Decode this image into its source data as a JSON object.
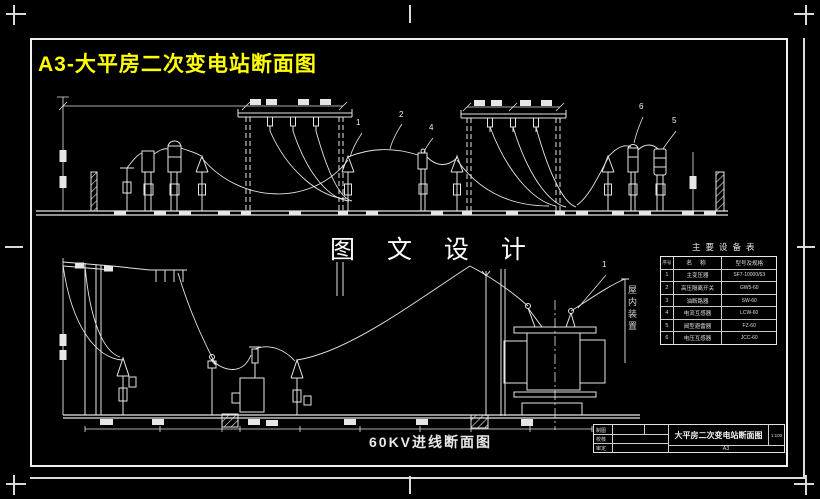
{
  "page": {
    "title": "A3-大平房二次变电站断面图",
    "watermark": "图 文 设 计",
    "lower_caption": "60KV进线断面图",
    "indoor_note": "屋内装置",
    "colors": {
      "background": "#000000",
      "line": "#e8e8e8",
      "title": "#ffff00"
    }
  },
  "callouts": {
    "u1": "1",
    "u2": "2",
    "u4": "4",
    "u6": "6",
    "u5": "5",
    "l1": "1"
  },
  "equipment_table": {
    "title": "主要设备表",
    "headers": {
      "no": "序号",
      "name": "名 称",
      "spec": "型号及规格"
    },
    "rows": [
      {
        "no": "1",
        "name": "主变压器",
        "spec": "SF7-10000/63"
      },
      {
        "no": "2",
        "name": "高压隔离开关",
        "spec": "GW5-60"
      },
      {
        "no": "3",
        "name": "油断路器",
        "spec": "SW-60"
      },
      {
        "no": "4",
        "name": "电流互感器",
        "spec": "LCW-60"
      },
      {
        "no": "5",
        "name": "阀型避雷器",
        "spec": "FZ-60"
      },
      {
        "no": "6",
        "name": "电压互感器",
        "spec": "JCC-60"
      }
    ]
  },
  "title_block": {
    "left_rows": [
      {
        "label": "制图"
      },
      {
        "label": "校核"
      },
      {
        "label": "审定"
      }
    ],
    "drawing_title": "大平房二次变电站断面图",
    "scale": "1:100",
    "sheet": "A3"
  }
}
